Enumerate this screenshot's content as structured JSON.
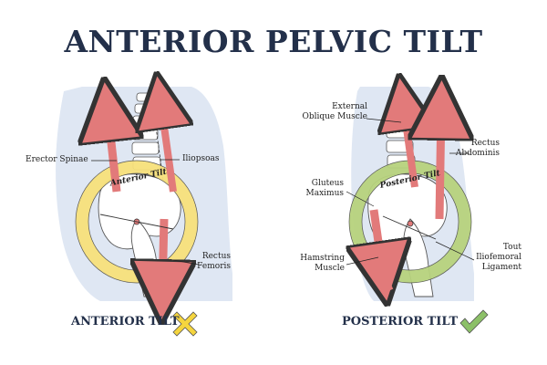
{
  "title": "ANTERIOR PELVIC TILT",
  "left": {
    "labels": {
      "erector_spinae": "Erector Spinae",
      "iliopsoas": "Iliopsoas",
      "rectus_femoris_1": "Rectus",
      "rectus_femoris_2": "Femoris",
      "ring": "Anterior Tilt"
    },
    "caption": "ANTERIOR TILT",
    "status_icon": "cross-icon"
  },
  "right": {
    "labels": {
      "external_oblique_1": "External",
      "external_oblique_2": "Oblique Muscle",
      "rectus_abdominis_1": "Rectus",
      "rectus_abdominis_2": "Abdominis",
      "gluteus_1": "Gluteus",
      "gluteus_2": "Maximus",
      "hamstring_1": "Hamstring",
      "hamstring_2": "Muscle",
      "ligament_1": "Tout",
      "ligament_2": "Iliofemoral",
      "ligament_3": "Ligament",
      "ring": "Posterior Tilt"
    },
    "caption": "POSTERIOR TILT",
    "status_icon": "check-icon"
  },
  "colors": {
    "title": "#23304a",
    "body_silhouette": "#dfe7f3",
    "muscle_red": "#e27a7a",
    "ring_yellow": "#f7e07a",
    "ring_green": "#b6d27c",
    "cross_yellow": "#f5d53e",
    "check_green": "#8cc068"
  }
}
